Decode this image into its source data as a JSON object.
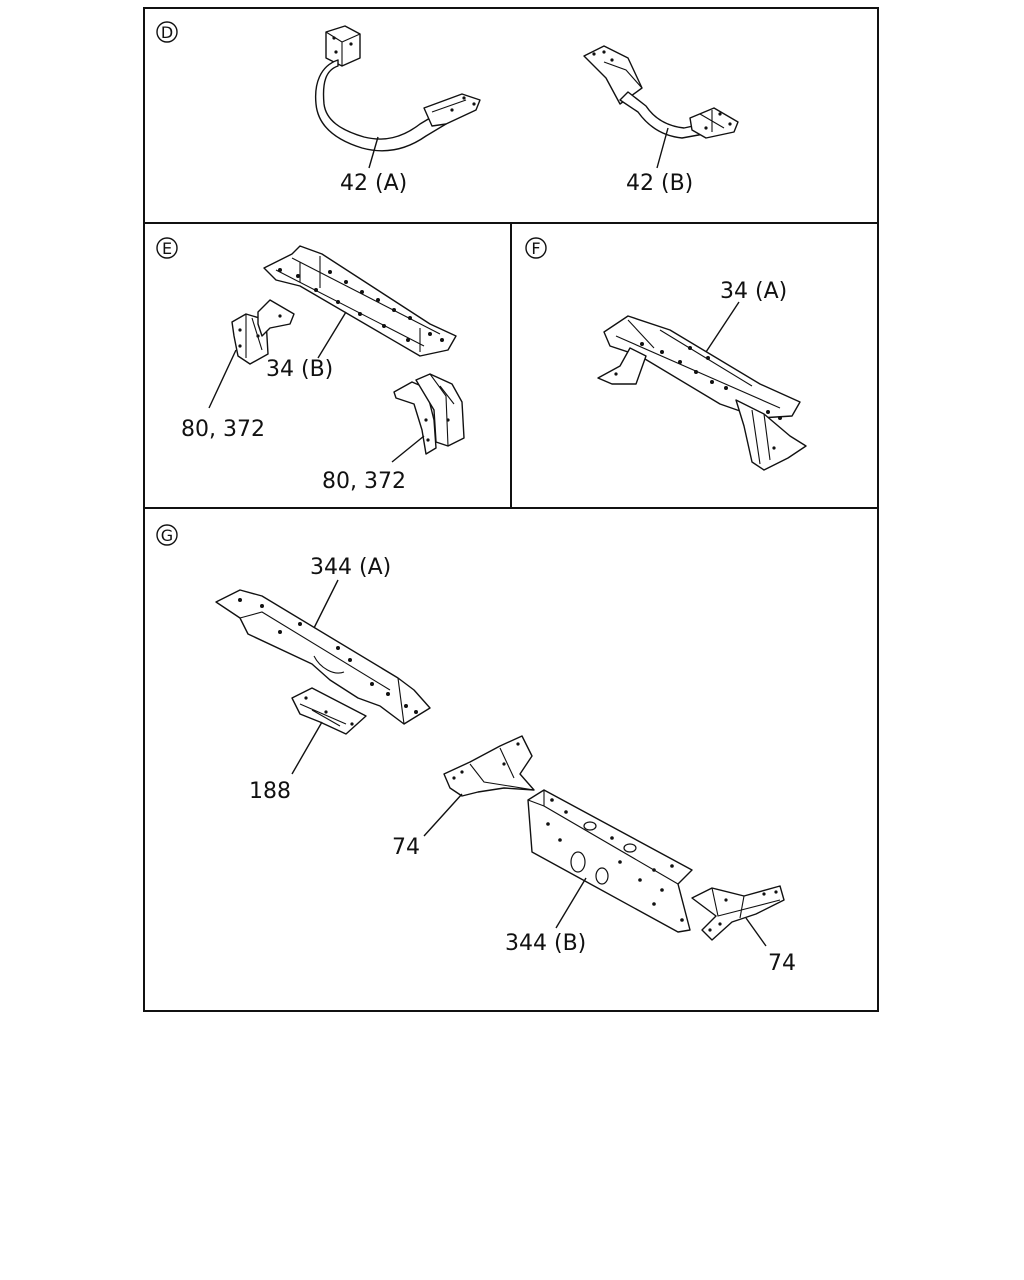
{
  "sections": [
    {
      "id": "D",
      "labels": [
        "42 (A)",
        "42 (B)"
      ]
    },
    {
      "id": "E",
      "labels": [
        "34 (B)",
        "80, 372",
        "80, 372"
      ]
    },
    {
      "id": "F",
      "labels": [
        "34 (A)"
      ]
    },
    {
      "id": "G",
      "labels": [
        "344 (A)",
        "188",
        "74",
        "344 (B)",
        "74"
      ]
    }
  ]
}
